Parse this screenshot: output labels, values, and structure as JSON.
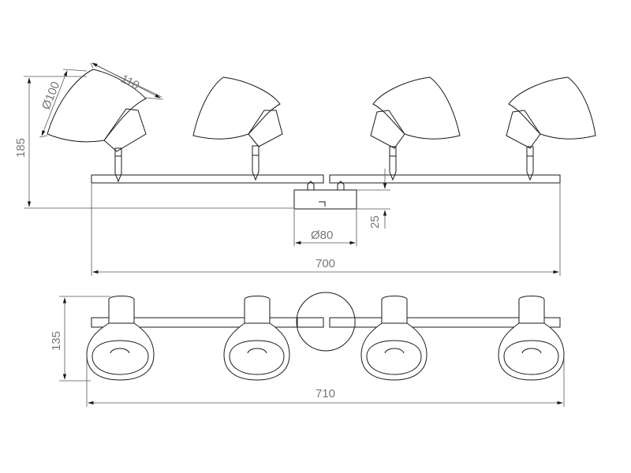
{
  "dimensions": {
    "head_length": "110",
    "head_diameter": "Ø100",
    "total_height": "185",
    "canopy_height": "25",
    "canopy_diameter": "Ø80",
    "bar_length": "700",
    "depth": "135",
    "total_length": "710"
  },
  "colors": {
    "line": "#1a1a1a",
    "dimension_text": "#777777"
  }
}
